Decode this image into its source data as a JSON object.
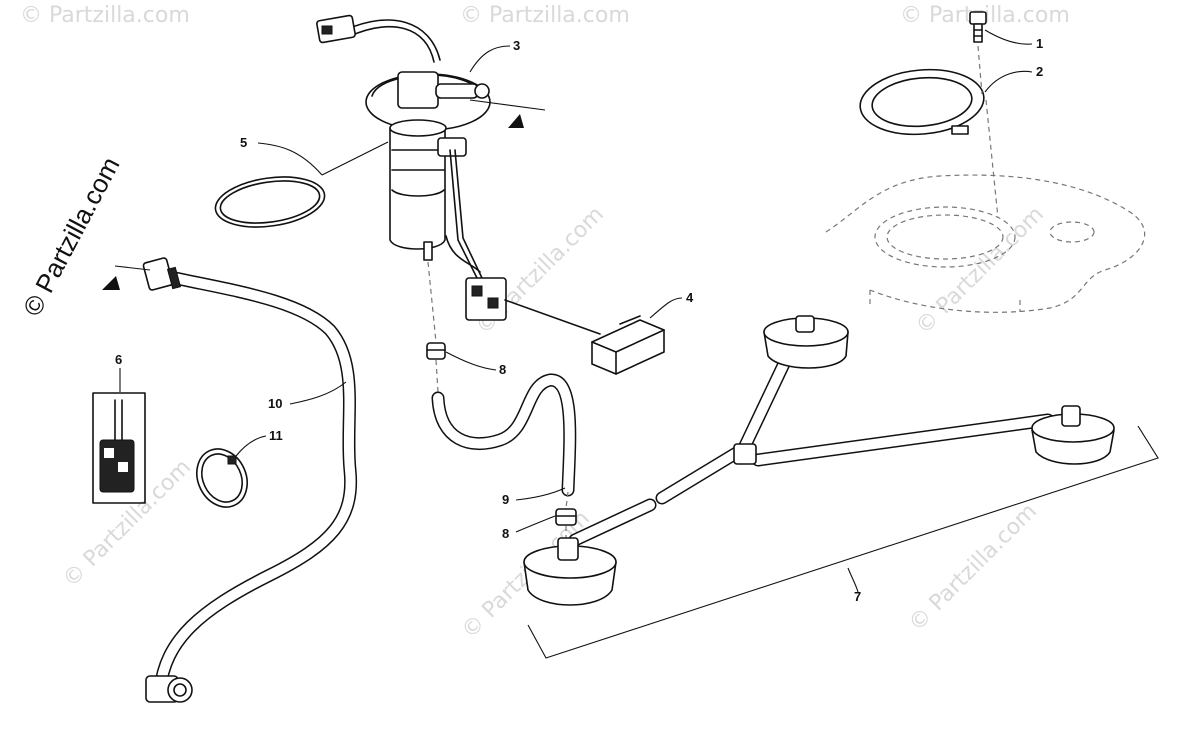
{
  "watermark": {
    "brand": "© Partzilla.com",
    "repeat_brand": "© Partzilla.com"
  },
  "callouts": [
    {
      "id": "c1",
      "label": "1"
    },
    {
      "id": "c2",
      "label": "2"
    },
    {
      "id": "c3",
      "label": "3"
    },
    {
      "id": "c4",
      "label": "4"
    },
    {
      "id": "c5",
      "label": "5"
    },
    {
      "id": "c6",
      "label": "6"
    },
    {
      "id": "c7",
      "label": "7"
    },
    {
      "id": "c8a",
      "label": "8"
    },
    {
      "id": "c8b",
      "label": "8"
    },
    {
      "id": "c9",
      "label": "9"
    },
    {
      "id": "c10",
      "label": "10"
    },
    {
      "id": "c11",
      "label": "11"
    }
  ]
}
